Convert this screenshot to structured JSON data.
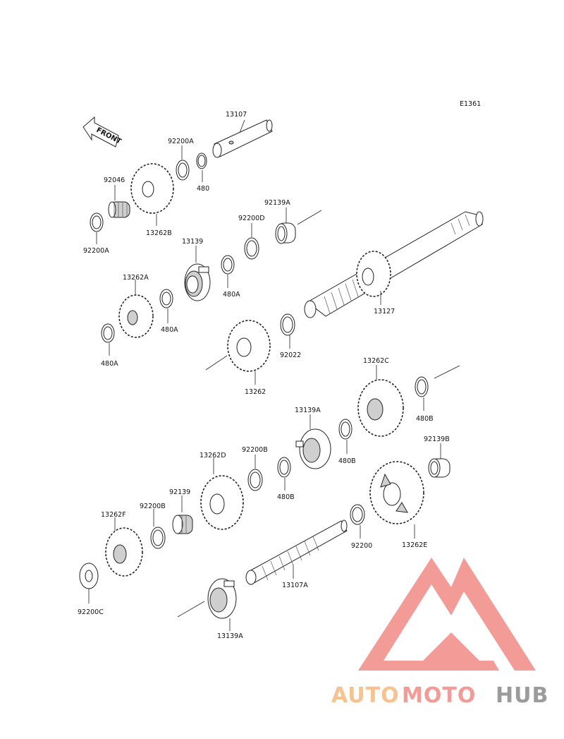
{
  "diagram_code": "E1361",
  "front_label": "FRONT",
  "logo": {
    "part1": "AUTO",
    "part2": "MOTO",
    "part3": "HUB",
    "color1": "#f5b87c",
    "color2": "#f08a86",
    "color3": "#8a8a8a",
    "mark_color": "#f08a86"
  },
  "labels": {
    "p13107": "13107",
    "p92200A_top": "92200A",
    "p480_top": "480",
    "p92046": "92046",
    "p13262B": "13262B",
    "p92200A_left": "92200A",
    "p92139A": "92139A",
    "p92200D": "92200D",
    "p13139": "13139",
    "p480A_mid": "480A",
    "p13262A": "13262A",
    "p480A_gear": "480A",
    "p480A_left": "480A",
    "p13127": "13127",
    "p92022": "92022",
    "p13262": "13262",
    "p13262C": "13262C",
    "p480B_right": "480B",
    "p13139A_top": "13139A",
    "p480B_mid": "480B",
    "p92139B": "92139B",
    "p13262D": "13262D",
    "p92200B_top": "92200B",
    "p480B_low": "480B",
    "p92139": "92139",
    "p13262F": "13262F",
    "p92200B_low": "92200B",
    "p92200": "92200",
    "p13262E": "13262E",
    "p13107A": "13107A",
    "p92200C": "92200C",
    "p13139A_bottom": "13139A"
  }
}
